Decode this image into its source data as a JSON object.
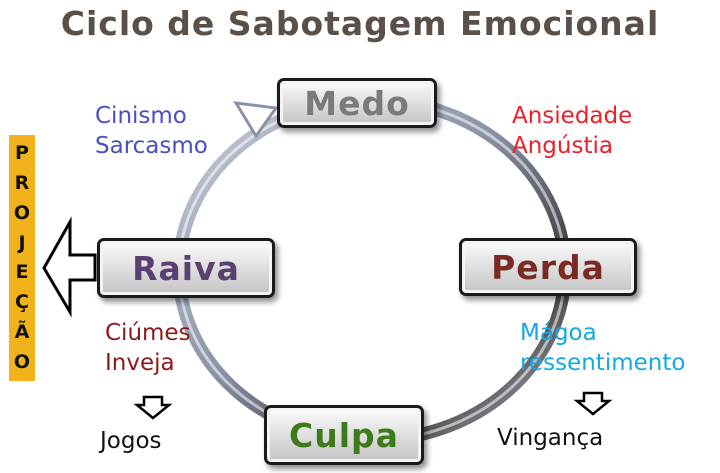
{
  "title": "Ciclo de Sabotagem Emocional",
  "nodes": {
    "medo": {
      "label": "Medo",
      "color": "#7a7a7a"
    },
    "perda": {
      "label": "Perda",
      "color": "#7a2a22"
    },
    "culpa": {
      "label": "Culpa",
      "color": "#3d7a1a"
    },
    "raiva": {
      "label": "Raiva",
      "color": "#5a4070"
    }
  },
  "feelings": {
    "medo_perda": {
      "lines": [
        "Ansiedade",
        "Angústia"
      ],
      "color": "#e8222a"
    },
    "perda_culpa": {
      "lines": [
        "Mágoa",
        "ressentimento"
      ],
      "color": "#15a8e0"
    },
    "culpa_raiva": {
      "lines": [
        "Ciúmes",
        "Inveja"
      ],
      "color": "#8b1a1a"
    },
    "raiva_medo": {
      "lines": [
        "Cinismo",
        "Sarcasmo"
      ],
      "color": "#4a4ec0"
    }
  },
  "outcomes": {
    "left": "Jogos",
    "right": "Vingança"
  },
  "side_label": {
    "letters": [
      "P",
      "R",
      "O",
      "J",
      "E",
      "Ç",
      "Ã",
      "O"
    ]
  },
  "colors": {
    "ring": "#8a93a6",
    "side_bar": "#f2b21b"
  }
}
